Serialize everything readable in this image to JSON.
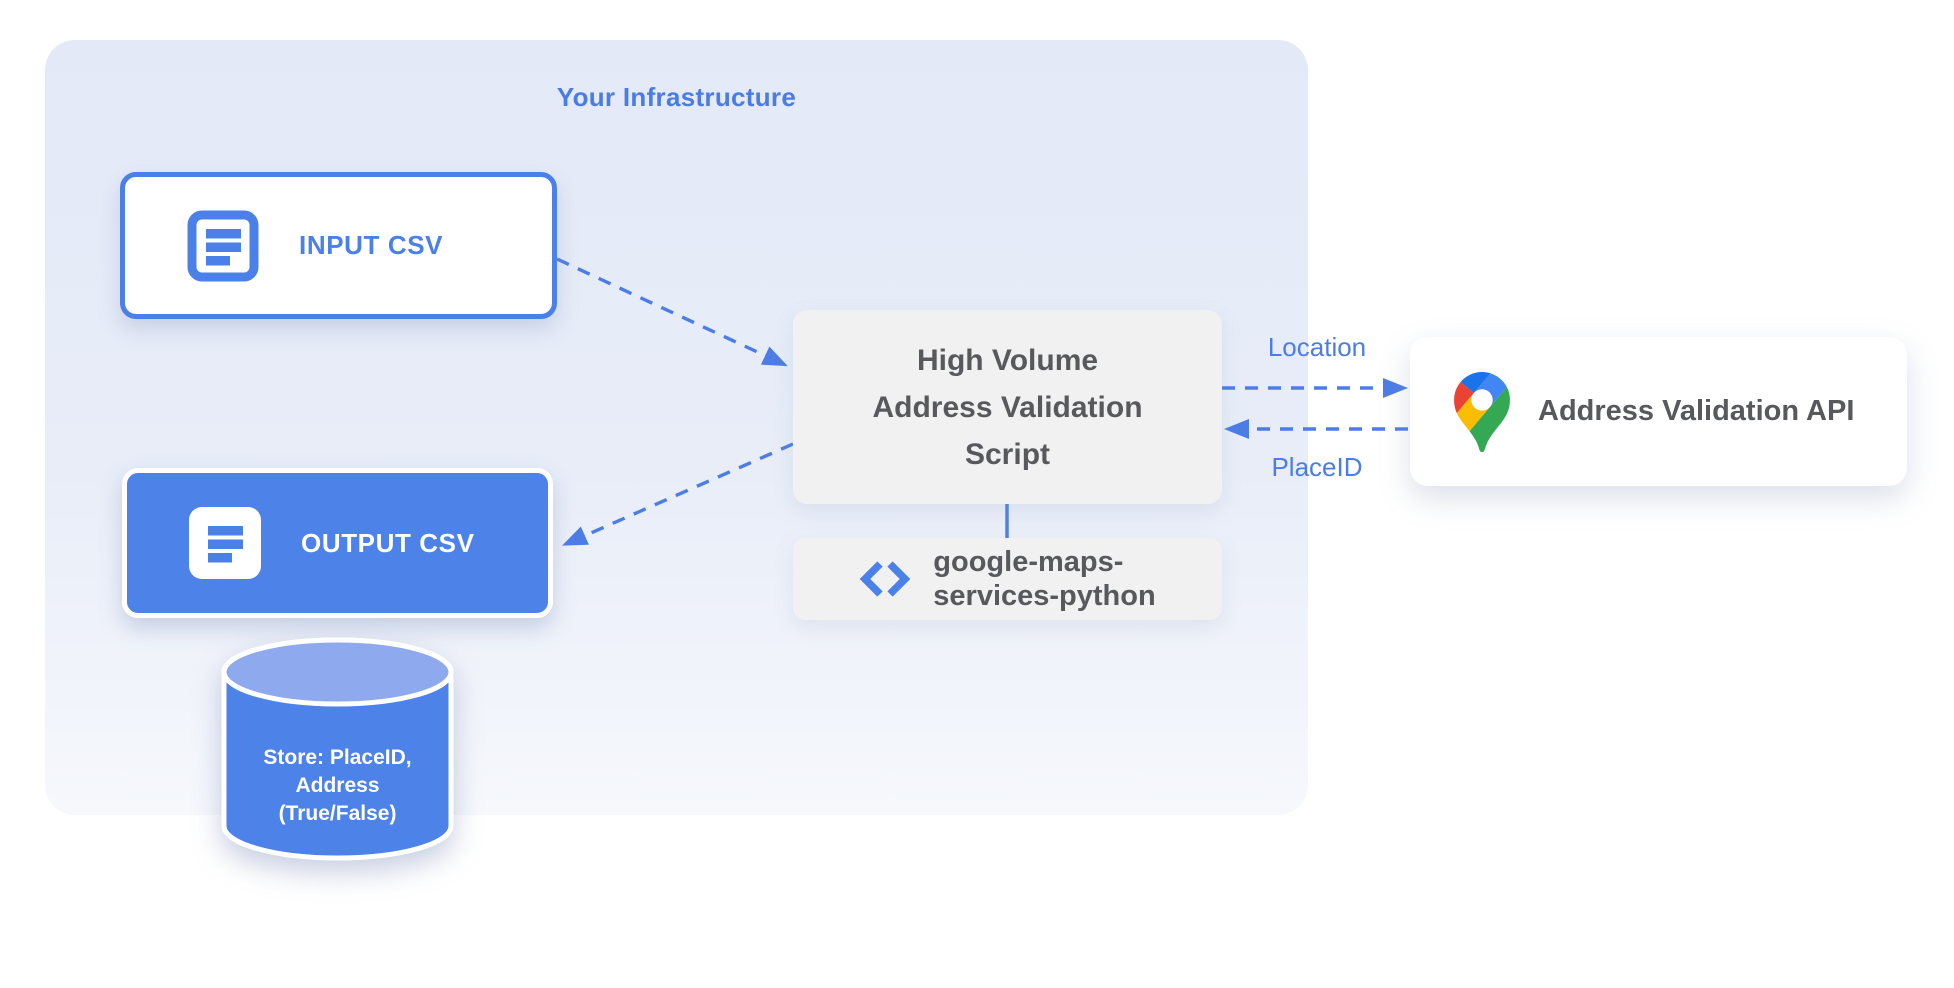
{
  "infrastructure": {
    "title": "Your Infrastructure"
  },
  "nodes": {
    "input_csv": {
      "label": "INPUT CSV",
      "icon": "document-icon"
    },
    "output_csv": {
      "label": "OUTPUT CSV",
      "icon": "document-icon"
    },
    "script": {
      "label": "High Volume\nAddress Validation\nScript"
    },
    "library": {
      "label": "google-maps-\nservices-python",
      "icon": "code-icon"
    },
    "datastore": {
      "label": "Store: PlaceID,\nAddress\n(True/False)"
    },
    "api": {
      "label": "Address Validation API",
      "icon": "google-maps-pin-icon"
    }
  },
  "edges": {
    "location_label": "Location",
    "placeid_label": "PlaceID"
  },
  "colors": {
    "blue": "#4b80e8",
    "arrow_blue": "#4c7de6",
    "cylinder_body": "#4d82e8",
    "cylinder_top": "#8fa9ee",
    "gray_box": "#f1f1f2",
    "gray_text": "#58595c",
    "infra_bg_top": "#e3e9f7",
    "infra_bg_bottom": "#f6f8fc",
    "maps_pin_red": "#ea4335",
    "maps_pin_blue": "#4285f4",
    "maps_pin_dark_blue": "#1a73e8",
    "maps_pin_yellow": "#fbbc04",
    "maps_pin_green": "#34a853"
  }
}
